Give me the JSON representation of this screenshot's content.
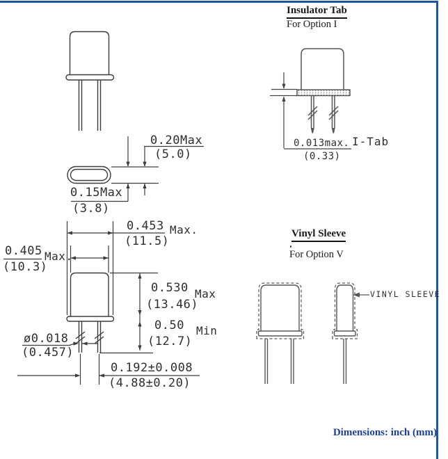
{
  "insulator_section": {
    "heading": "Insulator Tab",
    "subheading": "For Option I"
  },
  "vinyl_section": {
    "heading": "Vinyl Sleeve",
    "subheading": "For Option V",
    "callout": "VINYL SLEEVE"
  },
  "footer": {
    "note": "Dimensions: inch (mm)"
  },
  "dims": {
    "top_height": {
      "inch": "0.20Max",
      "mm": "(5.0)"
    },
    "top_thickness": {
      "inch": "0.15Max",
      "mm": "(3.8)"
    },
    "base_width": {
      "inch": "0.453",
      "mm": "(11.5)",
      "qual": "Max."
    },
    "body_width": {
      "inch": "0.405",
      "mm": "(10.3)",
      "qual": "Max."
    },
    "body_height": {
      "inch": "0.530",
      "mm": "(13.46)",
      "qual": "Max"
    },
    "lead_length": {
      "inch": "0.50",
      "mm": "(12.7)",
      "qual": "Min"
    },
    "lead_diameter": {
      "inch": "ø0.018",
      "mm": "(0.457)"
    },
    "lead_spacing": {
      "inch": "0.192±0.008",
      "mm": "(4.88±0.20)"
    },
    "tab_thickness": {
      "inch": "0.013max.",
      "mm": "(0.33)",
      "label": "I-Tab"
    }
  },
  "colors": {
    "border_blue": "#1e56a0",
    "footer_blue": "#1c3f9e",
    "line": "#3c3c3c"
  }
}
